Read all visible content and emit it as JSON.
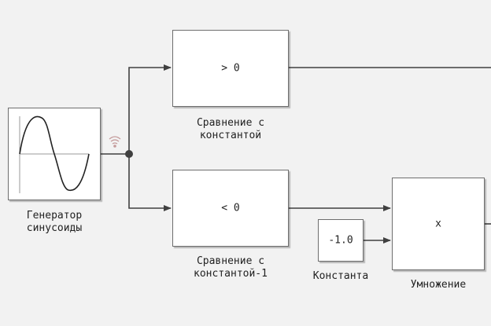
{
  "blocks": {
    "sine_generator": {
      "caption_line1": "Генератор",
      "caption_line2": "синусоиды"
    },
    "compare_gt": {
      "label": "> 0",
      "caption_line1": "Сравнение с",
      "caption_line2": "константой"
    },
    "compare_lt": {
      "label": "< 0",
      "caption_line1": "Сравнение с",
      "caption_line2": "константой-1"
    },
    "constant": {
      "label": "-1.0",
      "caption": "Константа"
    },
    "product": {
      "label": "x",
      "caption": "Умножение"
    }
  },
  "colors": {
    "background": "#f2f2f2",
    "line": "#404040",
    "signal_icon": "#c49a9a"
  }
}
